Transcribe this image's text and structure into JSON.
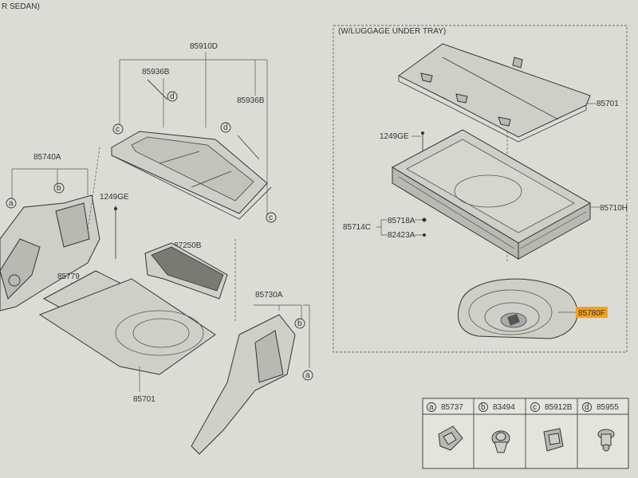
{
  "header": {
    "title": "R SEDAN)"
  },
  "left_group": {
    "labels": {
      "p85910d": "85910D",
      "p85936b_top": "85936B",
      "p85936b_right": "85936B",
      "p85740a": "85740A",
      "p1249ge": "1249GE",
      "p87250b": "87250B",
      "p85779": "85779",
      "p85730a": "85730A",
      "p85701": "85701"
    },
    "callouts": [
      "c",
      "d",
      "d",
      "c",
      "a",
      "b",
      "b",
      "a"
    ]
  },
  "right_group": {
    "title": "(W/LUGGAGE UNDER TRAY)",
    "labels": {
      "p85701": "85701",
      "p1249ge": "1249GE",
      "p85710h": "85710H",
      "p85714c": "85714C",
      "p85718a": "85718A",
      "p82423a": "82423A",
      "p85780f": "85780F"
    },
    "highlight_color": "#f2a21a"
  },
  "legend": {
    "items": [
      {
        "letter": "a",
        "part": "85737"
      },
      {
        "letter": "b",
        "part": "83494"
      },
      {
        "letter": "c",
        "part": "85912B"
      },
      {
        "letter": "d",
        "part": "85955"
      }
    ]
  }
}
